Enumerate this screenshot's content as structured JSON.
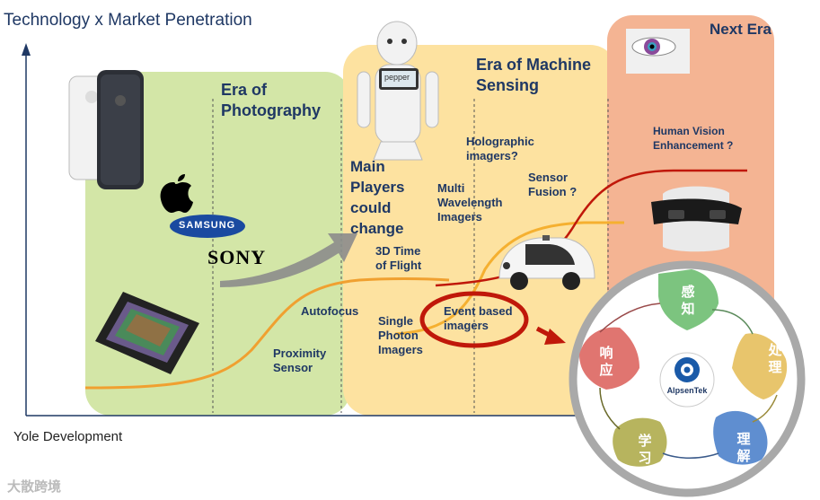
{
  "title": "Technology x Market Penetration",
  "eras": {
    "photography": "Era of\nPhotography",
    "machine_sensing": "Era of Machine\nSensing",
    "next": "Next Era"
  },
  "brands": {
    "apple": "",
    "samsung": "SAMSUNG",
    "sony": "SONY"
  },
  "robot_screen": "pepper",
  "labels": {
    "main_players": "Main\nPlayers\ncould\nchange",
    "holographic": "Holographic\nimagers?",
    "sensor_fusion": "Sensor\nFusion ?",
    "multi_wavelength": "Multi\nWavelength\nImagers",
    "tof": "3D Time\nof Flight",
    "autofocus": "Autofocus",
    "single_photon": "Single\nPhoton\nImagers",
    "event_based": "Event based\nimagers",
    "proximity": "Proximity\nSensor",
    "human_vision": "Human Vision\nEnhancement ?"
  },
  "footer": "Yole Development",
  "watermark": "大散跨境",
  "wheel": {
    "center": "AlpsenTek",
    "petals": [
      "感\n知",
      "处\n理",
      "理\n解",
      "学\n习",
      "响\n应"
    ]
  },
  "colors": {
    "green_era": "#d3e6a7",
    "yellow_era": "#fde2a0",
    "salmon_era": "#f4b493",
    "curve_orange": "#f0a030",
    "curve_red": "#c0180a",
    "title_blue": "#1f3864"
  }
}
